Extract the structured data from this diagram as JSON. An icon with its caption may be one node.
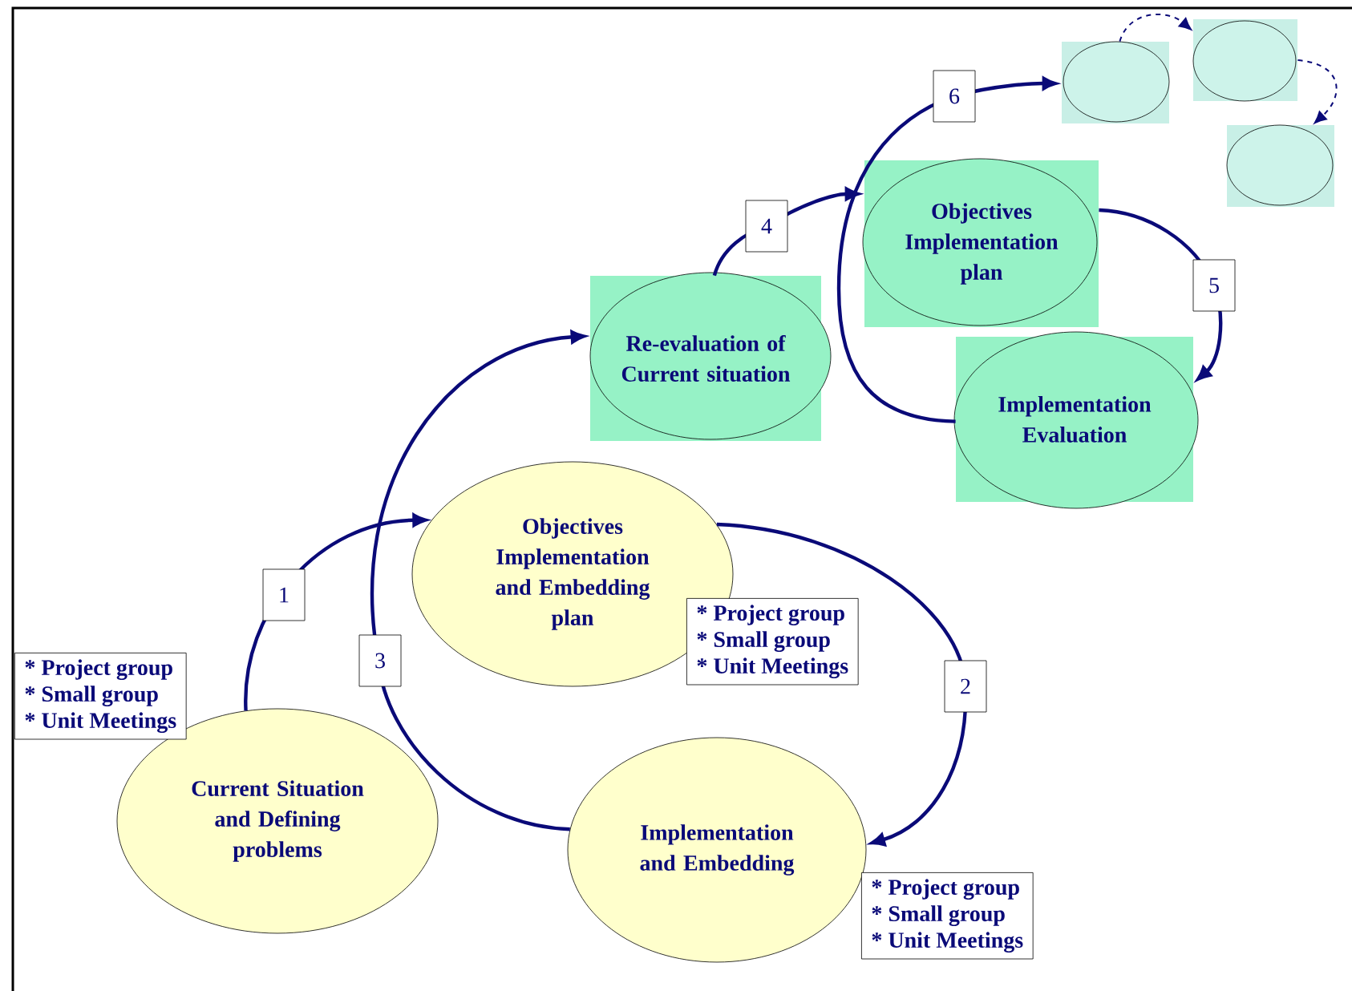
{
  "diagram": {
    "nodes": [
      {
        "text": [
          "Current Situation and Defining problems"
        ],
        "beside": [
          "* Project group",
          "* Small group",
          "* Unit Meetings"
        ]
      },
      {
        "text": [
          "Objectives Implementation and Embedding plan"
        ],
        "beside": [
          "* Project group",
          "* Small group",
          "* Unit Meetings"
        ]
      },
      {
        "text": [
          "Implementation and Embedding"
        ],
        "beside": [
          "* Project group",
          "* Small group",
          "* Unit Meetings"
        ]
      },
      {
        "text": [
          "Re-evaluation of Current situation"
        ]
      },
      {
        "text": [
          "Objectives Implementation plan"
        ]
      },
      {
        "text": [
          "Implementation Evaluation"
        ]
      },
      {
        "text": [],
        "shape": "ellipse"
      },
      {
        "text": [],
        "shape": "ellipse"
      },
      {
        "text": [],
        "shape": "ellipse"
      }
    ],
    "edges": [
      {
        "from": 0,
        "to": 1,
        "arrow": "to",
        "label": "1"
      },
      {
        "from": 1,
        "to": 2,
        "arrow": "to",
        "label": "2"
      },
      {
        "from": 2,
        "to": 3,
        "arrow": "to",
        "label": "3"
      },
      {
        "from": 3,
        "to": 4,
        "arrow": "to",
        "label": "4"
      },
      {
        "from": 4,
        "to": 5,
        "arrow": "to",
        "label": "5"
      },
      {
        "from": 5,
        "to": 6,
        "arrow": "to",
        "label": "6"
      },
      {
        "from": 6,
        "to": 7,
        "arrow": "to",
        "style": "dashed"
      },
      {
        "from": 7,
        "to": 8,
        "arrow": "to",
        "style": "dashed"
      }
    ]
  }
}
